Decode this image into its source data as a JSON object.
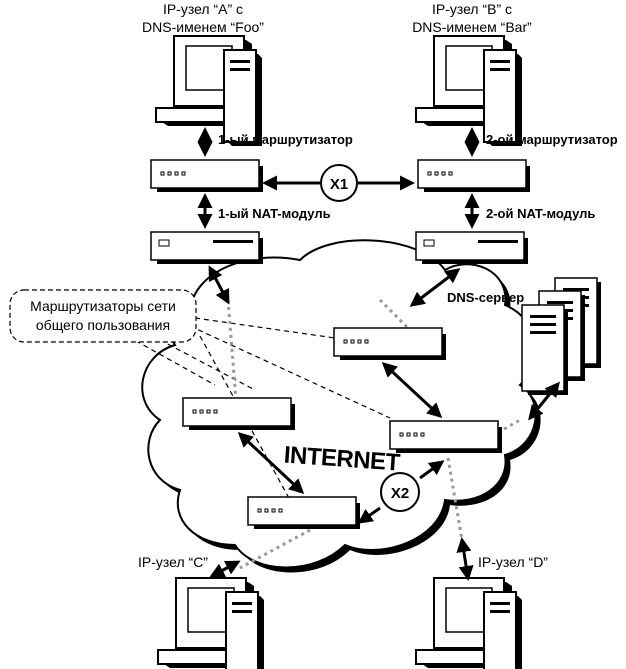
{
  "nodes": {
    "a": {
      "line1": "IP-узел “A” с",
      "line2": "DNS-именем “Foo”"
    },
    "b": {
      "line1": "IP-узел “B” с",
      "line2": "DNS-именем “Bar”"
    },
    "c": {
      "label": "IP-узел “C”"
    },
    "d": {
      "label": "IP-узел “D”"
    }
  },
  "routers": {
    "r1": "1-ый маршрутизатор",
    "r2": "2-ой маршрутизатор"
  },
  "nat": {
    "n1": "1-ый NAT-модуль",
    "n2": "2-ой NAT-модуль"
  },
  "dns_server": "DNS-сервер",
  "public_routers": {
    "line1": "Маршрутизаторы сети",
    "line2": "общего пользования"
  },
  "internet": "INTERNET",
  "connections": {
    "x1": "X1",
    "x2": "X2"
  }
}
